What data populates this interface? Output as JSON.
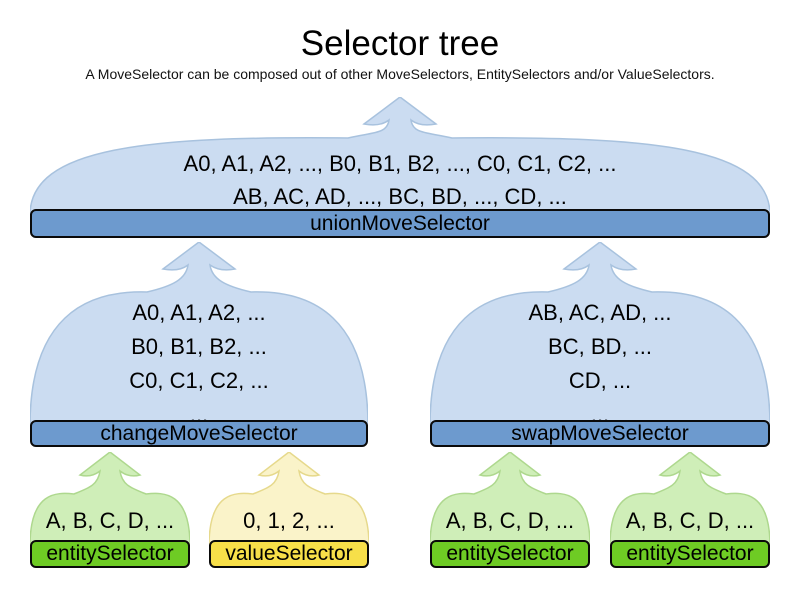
{
  "title": "Selector tree",
  "subtitle": "A MoveSelector can be composed out of other MoveSelectors, EntitySelectors and/or ValueSelectors.",
  "colors": {
    "blue_fill": "#cbdcf1",
    "blue_stroke": "#a8c2de",
    "blue_bar": "#6d9ace",
    "green_fill": "#cfeeb8",
    "green_stroke": "#aed88e",
    "green_bar": "#6ecb24",
    "yellow_fill": "#faf3c9",
    "yellow_stroke": "#e6d98c",
    "yellow_bar": "#f7df49",
    "bar_border": "#0a0a0a"
  },
  "nodes": {
    "union": {
      "label": "unionMoveSelector",
      "lines": [
        "A0, A1, A2, ..., B0, B1, B2, ..., C0, C1, C2, ...",
        "AB, AC, AD, ..., BC, BD, ..., CD, ..."
      ]
    },
    "change": {
      "label": "changeMoveSelector",
      "lines": [
        "A0, A1, A2, ...",
        "B0, B1, B2, ...",
        "C0, C1, C2, ...",
        "..."
      ]
    },
    "swap": {
      "label": "swapMoveSelector",
      "lines": [
        "AB, AC, AD, ...",
        "BC, BD, ...",
        "CD, ...",
        "..."
      ]
    },
    "entity1": {
      "label": "entitySelector",
      "lines": [
        "A, B, C, D, ..."
      ]
    },
    "value1": {
      "label": "valueSelector",
      "lines": [
        "0, 1, 2, ..."
      ]
    },
    "entity2": {
      "label": "entitySelector",
      "lines": [
        "A, B, C, D, ..."
      ]
    },
    "entity3": {
      "label": "entitySelector",
      "lines": [
        "A, B, C, D, ..."
      ]
    }
  }
}
